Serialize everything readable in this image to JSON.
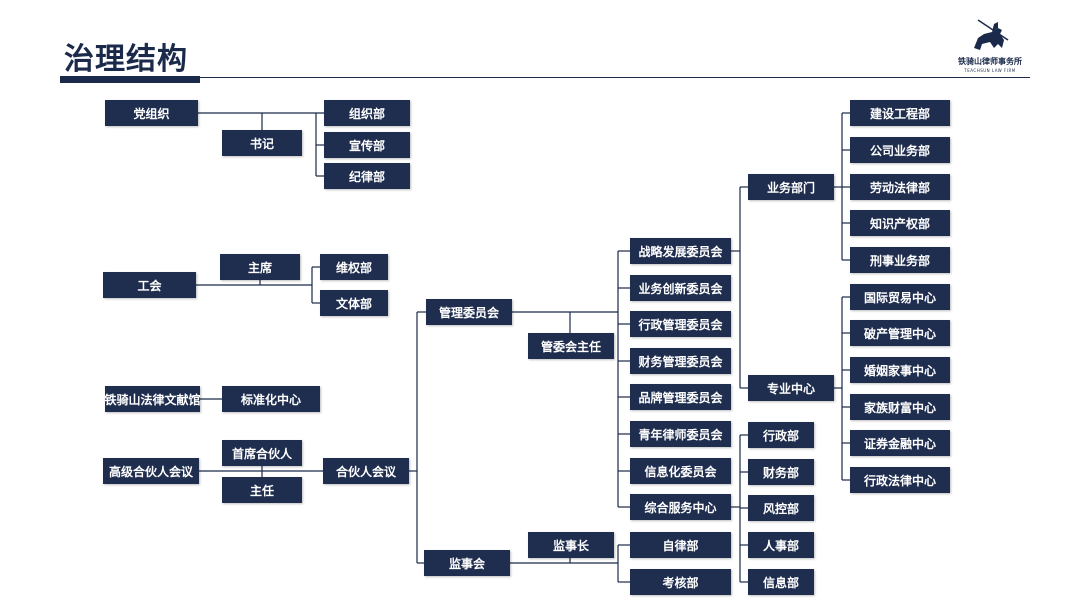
{
  "header": {
    "title": "治理结构",
    "logo_cn": "铁骑山律师事务所",
    "logo_en": "TEACHSUN LAW FIRM"
  },
  "colors": {
    "box": "#1f2e4f",
    "line": "#1b2a4a",
    "text": "#ffffff"
  },
  "nodes": [
    {
      "id": "party",
      "label": "党组织"
    },
    {
      "id": "secretary",
      "label": "书记"
    },
    {
      "id": "org-dept",
      "label": "组织部"
    },
    {
      "id": "propaganda-dept",
      "label": "宣传部"
    },
    {
      "id": "discipline-dept",
      "label": "纪律部"
    },
    {
      "id": "union",
      "label": "工会"
    },
    {
      "id": "chairman",
      "label": "主席"
    },
    {
      "id": "rights-dept",
      "label": "维权部"
    },
    {
      "id": "culture-dept",
      "label": "文体部"
    },
    {
      "id": "library",
      "label": "铁骑山法律文献馆"
    },
    {
      "id": "standard-center",
      "label": "标准化中心"
    },
    {
      "id": "senior-meeting",
      "label": "高级合伙人会议"
    },
    {
      "id": "chief-partner",
      "label": "首席合伙人"
    },
    {
      "id": "director",
      "label": "主任"
    },
    {
      "id": "partner-meeting",
      "label": "合伙人会议"
    },
    {
      "id": "mgmt-committee",
      "label": "管理委员会"
    },
    {
      "id": "mgmt-chair",
      "label": "管委会主任"
    },
    {
      "id": "supervisory-board",
      "label": "监事会"
    },
    {
      "id": "chief-supervisor",
      "label": "监事长"
    },
    {
      "id": "strategy-committee",
      "label": "战略发展委员会"
    },
    {
      "id": "innovation-committee",
      "label": "业务创新委员会"
    },
    {
      "id": "admin-committee",
      "label": "行政管理委员会"
    },
    {
      "id": "finance-committee",
      "label": "财务管理委员会"
    },
    {
      "id": "brand-committee",
      "label": "品牌管理委员会"
    },
    {
      "id": "youth-committee",
      "label": "青年律师委员会"
    },
    {
      "id": "it-committee",
      "label": "信息化委员会"
    },
    {
      "id": "service-center",
      "label": "综合服务中心"
    },
    {
      "id": "self-discipline",
      "label": "自律部"
    },
    {
      "id": "assessment",
      "label": "考核部"
    },
    {
      "id": "business-dept",
      "label": "业务部门"
    },
    {
      "id": "specialty-center",
      "label": "专业中心"
    },
    {
      "id": "admin-dept",
      "label": "行政部"
    },
    {
      "id": "finance-dept",
      "label": "财务部"
    },
    {
      "id": "risk-dept",
      "label": "风控部"
    },
    {
      "id": "hr-dept",
      "label": "人事部"
    },
    {
      "id": "info-dept",
      "label": "信息部"
    },
    {
      "id": "construction",
      "label": "建设工程部"
    },
    {
      "id": "corporate",
      "label": "公司业务部"
    },
    {
      "id": "labor",
      "label": "劳动法律部"
    },
    {
      "id": "ip",
      "label": "知识产权部"
    },
    {
      "id": "criminal",
      "label": "刑事业务部"
    },
    {
      "id": "intl-trade",
      "label": "国际贸易中心"
    },
    {
      "id": "bankruptcy",
      "label": "破产管理中心"
    },
    {
      "id": "family",
      "label": "婚姻家事中心"
    },
    {
      "id": "wealth",
      "label": "家族财富中心"
    },
    {
      "id": "securities",
      "label": "证券金融中心"
    },
    {
      "id": "admin-law",
      "label": "行政法律中心"
    }
  ]
}
